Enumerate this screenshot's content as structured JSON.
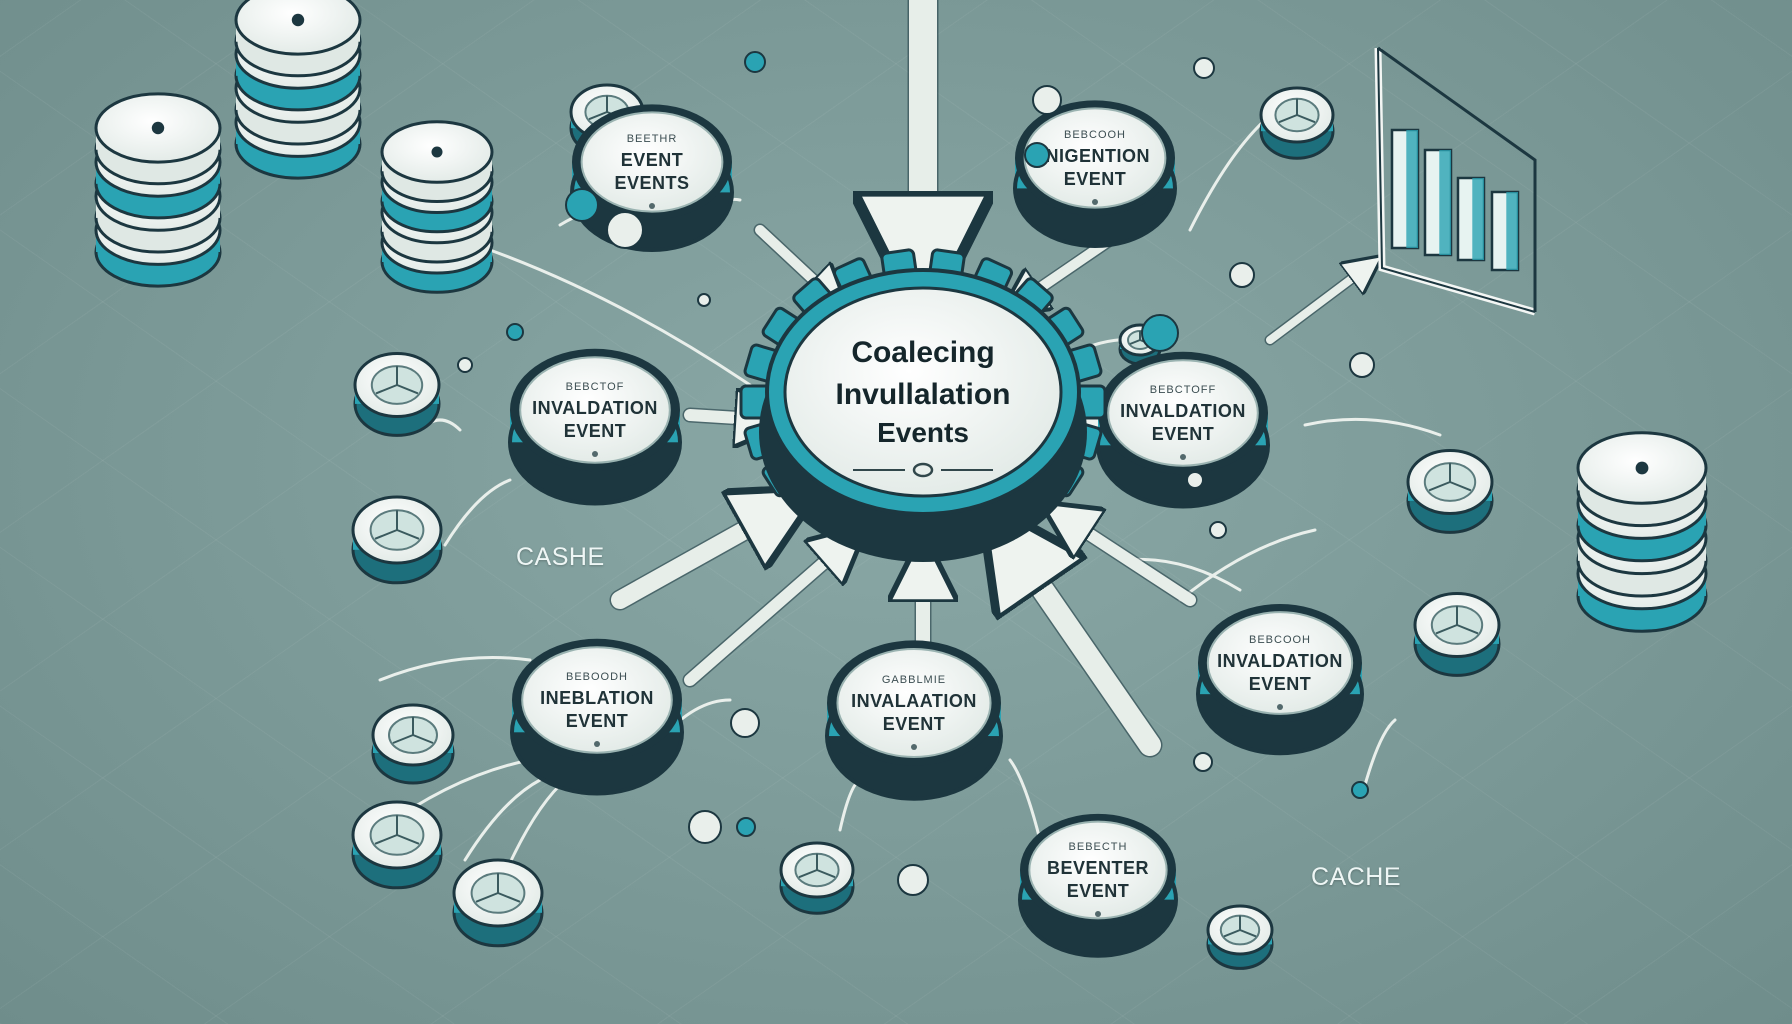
{
  "hub": {
    "lines": [
      "Coalecing",
      "Invullalation",
      "Events"
    ]
  },
  "nodes": [
    {
      "id": "top-left",
      "lines": [
        "BEETHR",
        "EVENT",
        "EVENTS"
      ]
    },
    {
      "id": "top-right",
      "lines": [
        "BEBCOOH",
        "INIGENTION",
        "EVENT"
      ]
    },
    {
      "id": "mid-left",
      "lines": [
        "BEBCTOF",
        "INVALDATION",
        "EVENT"
      ]
    },
    {
      "id": "mid-right",
      "lines": [
        "BEBCTOFF",
        "INVALDATION",
        "EVENT"
      ]
    },
    {
      "id": "lower-right",
      "lines": [
        "BEBCOOH",
        "INVALDATION",
        "EVENT"
      ]
    },
    {
      "id": "bottom-left",
      "lines": [
        "BEBOODH",
        "INEBLATION",
        "EVENT"
      ]
    },
    {
      "id": "bottom-center",
      "lines": [
        "GABBLMIE",
        "INVALAATION",
        "EVENT"
      ]
    },
    {
      "id": "bottom-right",
      "lines": [
        "BEBECTH",
        "BEVENTER",
        "EVENT"
      ]
    }
  ],
  "labels": {
    "cashe": "CASHE",
    "cache": "CACHE"
  },
  "icons": {
    "database": "database-icon",
    "bar_chart": "bar-chart-icon",
    "pie_chart": "pie-chart-icon"
  },
  "colors": {
    "background": "#7e9c9a",
    "teal": "#2aa3b3",
    "dark_teal": "#1d6f7c",
    "navy": "#1c3740",
    "cream": "#eef3ef"
  }
}
